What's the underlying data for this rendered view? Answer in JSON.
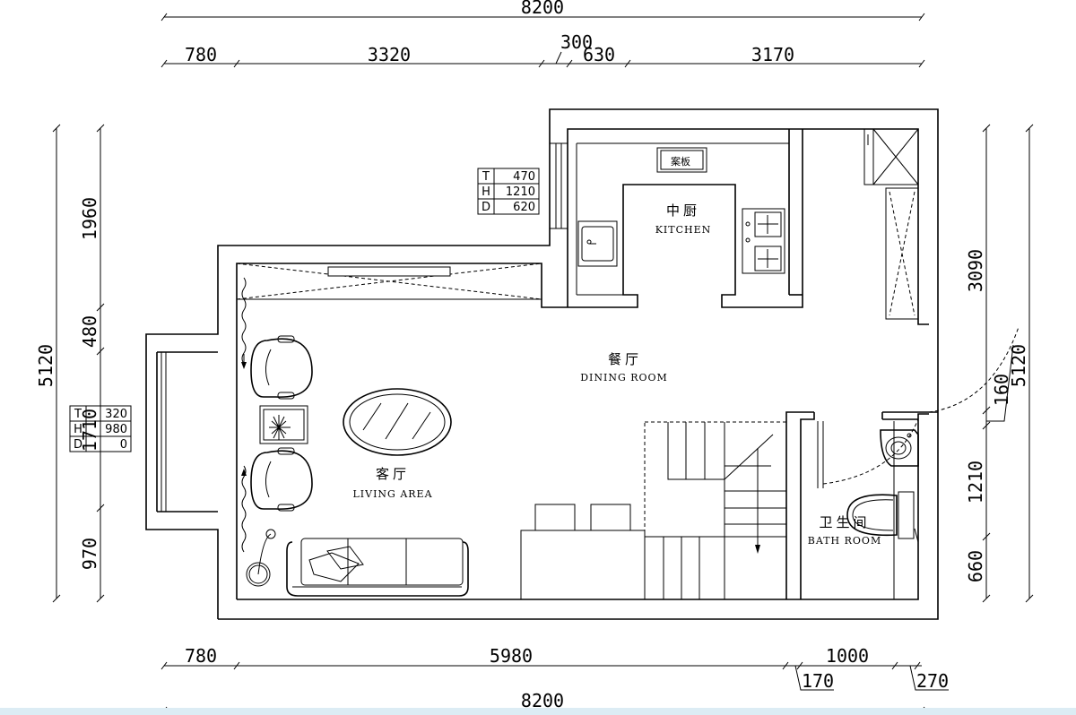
{
  "dimensions": {
    "top_total": "8200",
    "top_segments": [
      "780",
      "3320",
      "300",
      "630",
      "3170"
    ],
    "bottom_total": "8200",
    "bottom_segments": [
      "780",
      "5980",
      "1000",
      "170",
      "270"
    ],
    "left_total": "5120",
    "left_segments": [
      "1960",
      "480",
      "1710",
      "970"
    ],
    "right_total": "5120",
    "right_segments": [
      "3090",
      "160",
      "1210",
      "660"
    ]
  },
  "rooms": {
    "kitchen": {
      "cn": "中厨",
      "en": "KITCHEN"
    },
    "dining": {
      "cn": "餐厅",
      "en": "DINING ROOM"
    },
    "living": {
      "cn": "客厅",
      "en": "LIVING AREA"
    },
    "bath": {
      "cn": "卫生间",
      "en": "BATH ROOM"
    }
  },
  "fixtures": {
    "cutting_board": "案板"
  },
  "tables": {
    "window_upper": [
      [
        "T",
        "470"
      ],
      [
        "H",
        "1210"
      ],
      [
        "D",
        "620"
      ]
    ],
    "window_left": [
      [
        "T",
        "320"
      ],
      [
        "H",
        "980"
      ],
      [
        "D",
        "0"
      ]
    ]
  }
}
